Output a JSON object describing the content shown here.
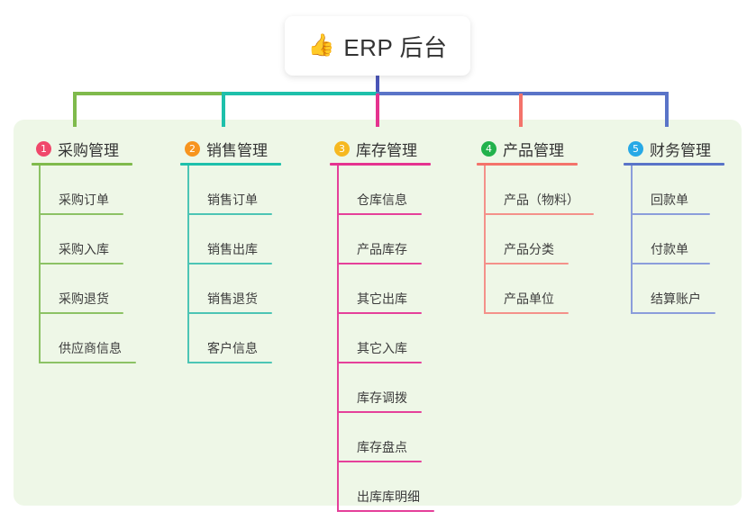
{
  "root": {
    "icon": "thumbs-up-icon",
    "icon_glyph": "👍",
    "title": "ERP 后台"
  },
  "palette": {
    "panel_background": "#eef7e7",
    "page_background": "#ffffff",
    "card_background": "#ffffff",
    "root_stem": "#4a55b8",
    "text": "#3d3d3d"
  },
  "columns": [
    {
      "number": "1",
      "title": "采购管理",
      "badge_color": "#f0486b",
      "line_color": "#7fba4c",
      "items": [
        {
          "label": "采购订单"
        },
        {
          "label": "采购入库"
        },
        {
          "label": "采购退货"
        },
        {
          "label": "供应商信息"
        }
      ]
    },
    {
      "number": "2",
      "title": "销售管理",
      "badge_color": "#f7941e",
      "line_color": "#1ec0ab",
      "items": [
        {
          "label": "销售订单"
        },
        {
          "label": "销售出库"
        },
        {
          "label": "销售退货"
        },
        {
          "label": "客户信息"
        }
      ]
    },
    {
      "number": "3",
      "title": "库存管理",
      "badge_color": "#f6b820",
      "line_color": "#e5338f",
      "items": [
        {
          "label": "仓库信息"
        },
        {
          "label": "产品库存"
        },
        {
          "label": "其它出库"
        },
        {
          "label": "其它入库"
        },
        {
          "label": "库存调拨"
        },
        {
          "label": "库存盘点"
        },
        {
          "label": "出库库明细"
        }
      ]
    },
    {
      "number": "4",
      "title": "产品管理",
      "badge_color": "#22b24c",
      "line_color": "#f4736b",
      "items": [
        {
          "label": "产品（物料）"
        },
        {
          "label": "产品分类"
        },
        {
          "label": "产品单位"
        }
      ]
    },
    {
      "number": "5",
      "title": "财务管理",
      "badge_color": "#27a9e6",
      "line_color": "#5a74c8",
      "items": [
        {
          "label": "回款单"
        },
        {
          "label": "付款单"
        },
        {
          "label": "结算账户"
        }
      ]
    }
  ]
}
